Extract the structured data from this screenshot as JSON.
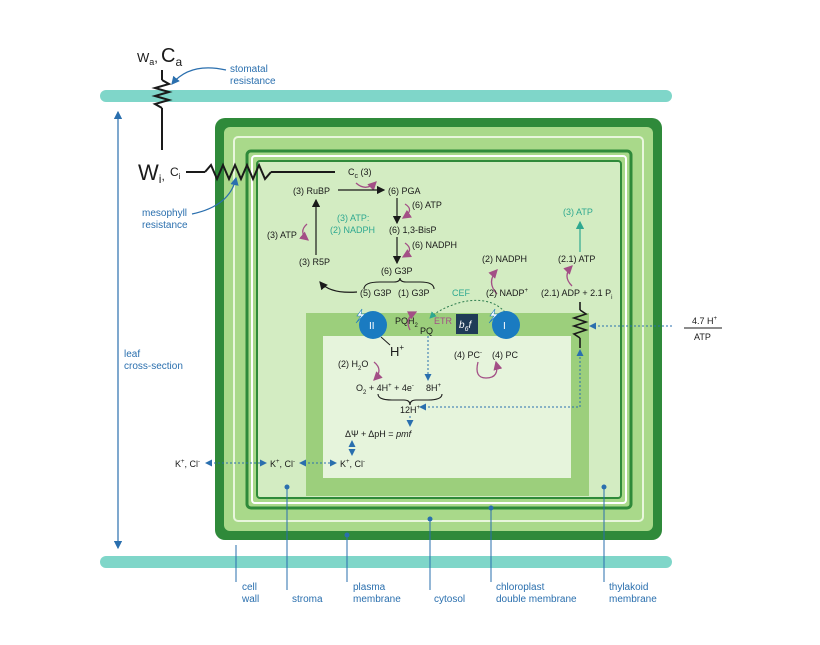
{
  "colors": {
    "outer_membrane": "#7fd6c9",
    "cell_wall": "#2f8a3a",
    "stroma": "#a9d98a",
    "thylakoid_space": "#dbefcf",
    "thylakoid_band": "#9ccf7c",
    "label_blue": "#2a6fae",
    "accent_teal": "#2ea890",
    "arrow_pink": "#a34f86",
    "photosystem": "#1a7bc1",
    "cytochrome": "#1f3b57"
  },
  "top": {
    "wa": "W",
    "wa_sub": "a",
    "ca": "C",
    "ca_sub": "a",
    "stomatal_line1": "stomatal",
    "stomatal_line2": "resistance"
  },
  "mesophyll": {
    "wi": "W",
    "wi_sub": "i",
    "ci": "C",
    "ci_sub": "i",
    "line1": "mesophyll",
    "line2": "resistance"
  },
  "leaf": {
    "line1": "leaf",
    "line2": "cross-section"
  },
  "calvin": {
    "cc": "C",
    "cc_sub": "c",
    "cc_count": "(3)",
    "rubp": "(3) RuBP",
    "pga": "(6) PGA",
    "atp6a": "(6) ATP",
    "bisp": "(6) 1,3-BisP",
    "nadph6": "(6) NADPH",
    "g3p6": "(6) G3P",
    "g3p5": "(5) G3P",
    "g3p1": "(1) G3P",
    "r5p": "(3) R5P",
    "atp3": "(3) ATP",
    "ratio1": "(3) ATP:",
    "ratio2": "(2) NADPH"
  },
  "light": {
    "nadph2": "(2) NADPH",
    "nadp": "(2) NADP",
    "nadp_sup": "+",
    "cef": "CEF",
    "etr": "ETR",
    "pqh2": "PQH",
    "pqh2_sub": "2",
    "pq": "PQ",
    "ps2": "II",
    "ps1": "I",
    "b6f": "b",
    "b6f_sub": "6",
    "b6f_tail": "f",
    "hplus": "H",
    "hplus_sup": "+",
    "h2o": "(2) H",
    "h2o_sub": "2",
    "h2o_tail": "O",
    "pcm": "(4) PC",
    "pcm_sup": "-",
    "pc": "(4) PC",
    "o2_eq": "O",
    "o2_sub": "2",
    "o2_rest": " + 4H",
    "o2_sup1": "+",
    "o2_rest2": " + 4e",
    "o2_sup2": "-",
    "h8": "8H",
    "h8_sup": "+",
    "h12": "12H",
    "h12_sup": "+",
    "pmf_main": "ΔΨ + ΔpH = ",
    "pmf_ital": "pmf"
  },
  "atp_synthase": {
    "atp3_out": "(3) ATP",
    "atp21": "(2.1) ATP",
    "adp": "(2.1) ADP + 2.1 P",
    "adp_sub": "i",
    "ratio_top": "4.7 H",
    "ratio_sup": "+",
    "ratio_bottom": "ATP"
  },
  "ions": {
    "k1": "K",
    "cl1": ", Cl",
    "k2": "K",
    "cl2": ", Cl",
    "k3": "K",
    "cl3": ", Cl",
    "plus": "+",
    "minus": "-"
  },
  "bottom_labels": {
    "cell_wall1": "cell",
    "cell_wall2": "wall",
    "stroma": "stroma",
    "plasma1": "plasma",
    "plasma2": "membrane",
    "cytosol": "cytosol",
    "chloro1": "chloroplast",
    "chloro2": "double membrane",
    "thyl1": "thylakoid",
    "thyl2": "membrane"
  }
}
